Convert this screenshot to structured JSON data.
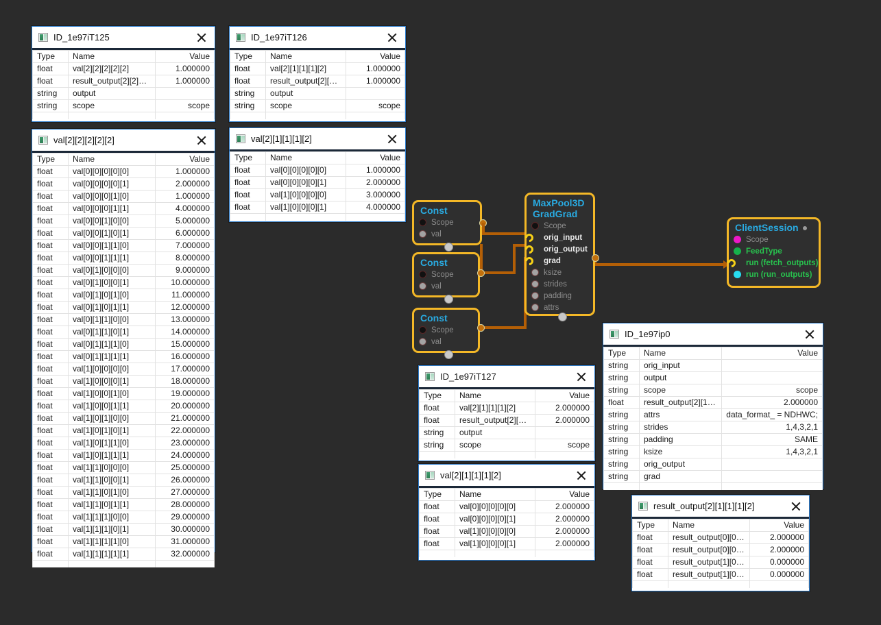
{
  "app": {
    "background": "#2b2b2b",
    "node_border": "#f4b827",
    "node_title_color": "#29abe2",
    "wire_color": "#b45f06",
    "panel_border": "#2f7fd0"
  },
  "columns": {
    "type": "Type",
    "name": "Name",
    "value": "Value"
  },
  "panels": [
    {
      "id": "id-1e97it125",
      "title": "ID_1e97iT125",
      "close": "×",
      "rows": [
        {
          "type": "float",
          "name": "val[2][2][2][2][2]",
          "value": "1.000000"
        },
        {
          "type": "float",
          "name": "result_output[2][2]…",
          "value": "1.000000"
        },
        {
          "type": "string",
          "name": "output",
          "value": ""
        },
        {
          "type": "string",
          "name": "scope",
          "value": "scope"
        }
      ]
    },
    {
      "id": "val-2-2-2-2-2",
      "title": "val[2][2][2][2][2]",
      "close": "×",
      "rows": [
        {
          "type": "float",
          "name": "val[0][0][0][0][0]",
          "value": "1.000000"
        },
        {
          "type": "float",
          "name": "val[0][0][0][0][1]",
          "value": "2.000000"
        },
        {
          "type": "float",
          "name": "val[0][0][0][1][0]",
          "value": "1.000000"
        },
        {
          "type": "float",
          "name": "val[0][0][0][1][1]",
          "value": "4.000000"
        },
        {
          "type": "float",
          "name": "val[0][0][1][0][0]",
          "value": "5.000000"
        },
        {
          "type": "float",
          "name": "val[0][0][1][0][1]",
          "value": "6.000000"
        },
        {
          "type": "float",
          "name": "val[0][0][1][1][0]",
          "value": "7.000000"
        },
        {
          "type": "float",
          "name": "val[0][0][1][1][1]",
          "value": "8.000000"
        },
        {
          "type": "float",
          "name": "val[0][1][0][0][0]",
          "value": "9.000000"
        },
        {
          "type": "float",
          "name": "val[0][1][0][0][1]",
          "value": "10.000000"
        },
        {
          "type": "float",
          "name": "val[0][1][0][1][0]",
          "value": "11.000000"
        },
        {
          "type": "float",
          "name": "val[0][1][0][1][1]",
          "value": "12.000000"
        },
        {
          "type": "float",
          "name": "val[0][1][1][0][0]",
          "value": "13.000000"
        },
        {
          "type": "float",
          "name": "val[0][1][1][0][1]",
          "value": "14.000000"
        },
        {
          "type": "float",
          "name": "val[0][1][1][1][0]",
          "value": "15.000000"
        },
        {
          "type": "float",
          "name": "val[0][1][1][1][1]",
          "value": "16.000000"
        },
        {
          "type": "float",
          "name": "val[1][0][0][0][0]",
          "value": "17.000000"
        },
        {
          "type": "float",
          "name": "val[1][0][0][0][1]",
          "value": "18.000000"
        },
        {
          "type": "float",
          "name": "val[1][0][0][1][0]",
          "value": "19.000000"
        },
        {
          "type": "float",
          "name": "val[1][0][0][1][1]",
          "value": "20.000000"
        },
        {
          "type": "float",
          "name": "val[1][0][1][0][0]",
          "value": "21.000000"
        },
        {
          "type": "float",
          "name": "val[1][0][1][0][1]",
          "value": "22.000000"
        },
        {
          "type": "float",
          "name": "val[1][0][1][1][0]",
          "value": "23.000000"
        },
        {
          "type": "float",
          "name": "val[1][0][1][1][1]",
          "value": "24.000000"
        },
        {
          "type": "float",
          "name": "val[1][1][0][0][0]",
          "value": "25.000000"
        },
        {
          "type": "float",
          "name": "val[1][1][0][0][1]",
          "value": "26.000000"
        },
        {
          "type": "float",
          "name": "val[1][1][0][1][0]",
          "value": "27.000000"
        },
        {
          "type": "float",
          "name": "val[1][1][0][1][1]",
          "value": "28.000000"
        },
        {
          "type": "float",
          "name": "val[1][1][1][0][0]",
          "value": "29.000000"
        },
        {
          "type": "float",
          "name": "val[1][1][1][0][1]",
          "value": "30.000000"
        },
        {
          "type": "float",
          "name": "val[1][1][1][1][0]",
          "value": "31.000000"
        },
        {
          "type": "float",
          "name": "val[1][1][1][1][1]",
          "value": "32.000000"
        }
      ]
    },
    {
      "id": "id-1e97it126",
      "title": "ID_1e97iT126",
      "close": "×",
      "rows": [
        {
          "type": "float",
          "name": "val[2][1][1][1][2]",
          "value": "1.000000"
        },
        {
          "type": "float",
          "name": "result_output[2][1]…",
          "value": "1.000000"
        },
        {
          "type": "string",
          "name": "output",
          "value": ""
        },
        {
          "type": "string",
          "name": "scope",
          "value": "scope"
        }
      ]
    },
    {
      "id": "val-2-1-1-1-2-top",
      "title": "val[2][1][1][1][2]",
      "close": "×",
      "rows": [
        {
          "type": "float",
          "name": "val[0][0][0][0][0]",
          "value": "1.000000"
        },
        {
          "type": "float",
          "name": "val[0][0][0][0][1]",
          "value": "2.000000"
        },
        {
          "type": "float",
          "name": "val[1][0][0][0][0]",
          "value": "3.000000"
        },
        {
          "type": "float",
          "name": "val[1][0][0][0][1]",
          "value": "4.000000"
        }
      ]
    },
    {
      "id": "id-1e97it127",
      "title": "ID_1e97iT127",
      "close": "×",
      "rows": [
        {
          "type": "float",
          "name": "val[2][1][1][1][2]",
          "value": "2.000000"
        },
        {
          "type": "float",
          "name": "result_output[2][1]…",
          "value": "2.000000"
        },
        {
          "type": "string",
          "name": "output",
          "value": ""
        },
        {
          "type": "string",
          "name": "scope",
          "value": "scope"
        }
      ]
    },
    {
      "id": "val-2-1-1-1-2-bottom",
      "title": "val[2][1][1][1][2]",
      "close": "×",
      "rows": [
        {
          "type": "float",
          "name": "val[0][0][0][0][0]",
          "value": "2.000000"
        },
        {
          "type": "float",
          "name": "val[0][0][0][0][1]",
          "value": "2.000000"
        },
        {
          "type": "float",
          "name": "val[1][0][0][0][0]",
          "value": "2.000000"
        },
        {
          "type": "float",
          "name": "val[1][0][0][0][1]",
          "value": "2.000000"
        }
      ]
    },
    {
      "id": "id-1e97ip0",
      "title": "ID_1e97ip0",
      "close": "×",
      "rows": [
        {
          "type": "string",
          "name": "orig_input",
          "value": ""
        },
        {
          "type": "string",
          "name": "output",
          "value": ""
        },
        {
          "type": "string",
          "name": "scope",
          "value": "scope"
        },
        {
          "type": "float",
          "name": "result_output[2][1]…",
          "value": "2.000000"
        },
        {
          "type": "string",
          "name": "attrs",
          "value": "data_format_ = NDHWC;"
        },
        {
          "type": "string",
          "name": "strides",
          "value": "1,4,3,2,1"
        },
        {
          "type": "string",
          "name": "padding",
          "value": "SAME"
        },
        {
          "type": "string",
          "name": "ksize",
          "value": "1,4,3,2,1"
        },
        {
          "type": "string",
          "name": "orig_output",
          "value": ""
        },
        {
          "type": "string",
          "name": "grad",
          "value": ""
        }
      ]
    },
    {
      "id": "result-output-2-1-1-1-2",
      "title": "result_output[2][1][1][1][2]",
      "close": "×",
      "rows": [
        {
          "type": "float",
          "name": "result_output[0][0]…",
          "value": "2.000000"
        },
        {
          "type": "float",
          "name": "result_output[0][0]…",
          "value": "2.000000"
        },
        {
          "type": "float",
          "name": "result_output[1][0]…",
          "value": "0.000000"
        },
        {
          "type": "float",
          "name": "result_output[1][0]…",
          "value": "0.000000"
        }
      ]
    }
  ],
  "nodes": {
    "const1": {
      "title": "Const",
      "ports": [
        "Scope",
        "val"
      ]
    },
    "const2": {
      "title": "Const",
      "ports": [
        "Scope",
        "val"
      ]
    },
    "const3": {
      "title": "Const",
      "ports": [
        "Scope",
        "val"
      ]
    },
    "maxpool": {
      "title_line1": "MaxPool3D",
      "title_line2": "GradGrad",
      "ports": [
        "Scope",
        "orig_input",
        "orig_output",
        "grad",
        "ksize",
        "strides",
        "padding",
        "attrs"
      ]
    },
    "clientsession": {
      "title": "ClientSession",
      "ports": [
        "Scope",
        "FeedType",
        "run (fetch_outputs)",
        "run (run_outputs)"
      ]
    }
  }
}
